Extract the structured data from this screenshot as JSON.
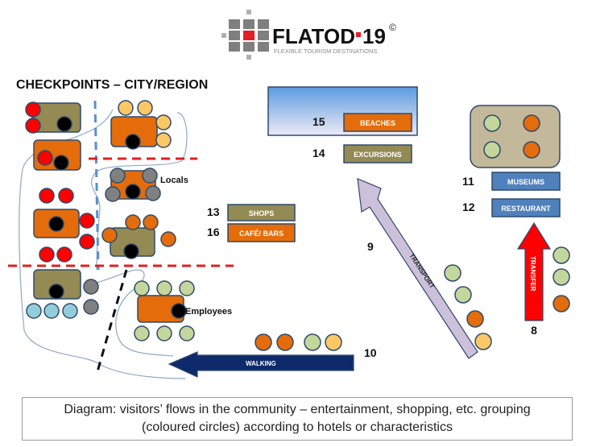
{
  "logo": {
    "brand_left": "FLATOD",
    "brand_right": "19",
    "copyright": "©",
    "tagline": "FLEXIBLE TOURISM DESTINATIONS"
  },
  "title": "CHECKPOINTS – CITY/REGION",
  "labels": {
    "locals": "Locals",
    "employees": "Employees"
  },
  "destinations": [
    {
      "number": "15",
      "label": "BEACHES"
    },
    {
      "number": "14",
      "label": "EXCURSIONS"
    },
    {
      "number": "13",
      "label": "SHOPS"
    },
    {
      "number": "16",
      "label": "CAFÉ/ BARS"
    },
    {
      "number": "11",
      "label": "MUSEUMS"
    },
    {
      "number": "12",
      "label": "RESTAURANT"
    }
  ],
  "flows": {
    "transport": {
      "number": "9",
      "label": "TRANSPORT"
    },
    "walking": {
      "number": "10",
      "label": "WALKING"
    },
    "transfer": {
      "number": "8",
      "label": "TRANSFER"
    }
  },
  "caption": {
    "line1": "Diagram: visitors’ flows in the community – entertainment, shopping, etc.  grouping",
    "line2": "(coloured circles) according to hotels or characteristics"
  },
  "colors": {
    "red": "#ff0000",
    "orange": "#e46c0a",
    "olive": "#948a54",
    "yellow": "#fcc865",
    "grey": "#808080",
    "light_blue": "#92cddc",
    "light_green": "#c3d69b",
    "navy": "#0f2a6b",
    "museum_blue": "#4f81bd",
    "transport_lilac": "#ccc0da",
    "transfer_red": "#ff0000"
  }
}
